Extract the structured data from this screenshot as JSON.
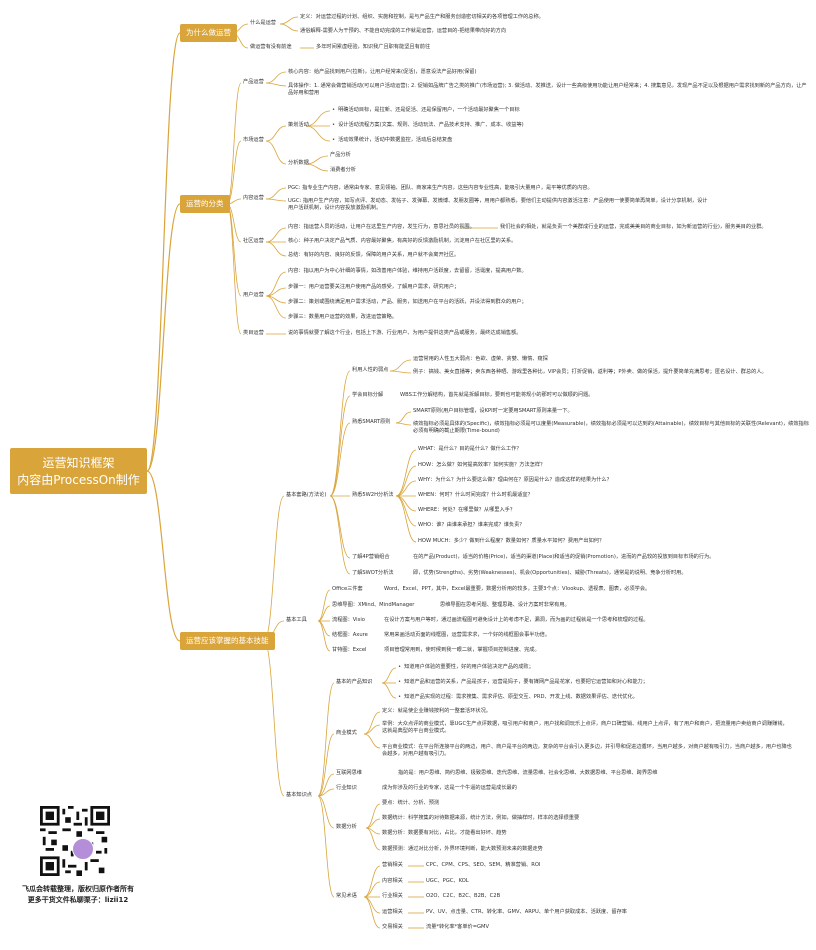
{
  "root": {
    "title": "运营知识框架",
    "subtitle": "内容由ProcessOn制作"
  },
  "l1": {
    "why": "为什么做运营",
    "types": "运营的分类",
    "basics": "运营应该掌握的基本技能"
  },
  "why": {
    "what": "什么是运营",
    "def": "定义：对运营过程的计划、组织、实施和控制，是与产品生产和服务创造密切相关的各项管理工作的总称。",
    "popular": "通俗解释-需要人为干预的、不能自动完成的工作就是运营，运营目的-把结果带向好的方向",
    "meaning": "做运营有没有前途",
    "meaning_text": "多年时间累虚经验，知识我广且职有能坚且有前往"
  },
  "types": {
    "product": "产品运营",
    "product_core": "核心内容：给产品找到用户(拉新)，让用户经常来(促活)，愿意设法产品好用(保留)",
    "product_specific": "具体操作：1. 通常会做营销活动(可以用户活动运营); 2. 促销如品牌广告之类的推广(市场运营); 3. 做活动、发推送，设计一些高级使用功能让用户经常来；4. 搜集意见，发现产品不足以及根据用户需求找到新的产品方向，让产品好用和营用",
    "market": "市场运营",
    "planning": "策划活动",
    "plan_items": [
      "明确活动目标，是拉新、还是促活、还是保留用户，一个活动最好聚焦一个目标",
      "设计活动流程方案(文案、规则、活动玩法、产品技术支持、推广、成本、收益等)",
      "活动效果统计，活动中数据监控，活动后总结复盘"
    ],
    "analysis": "分析数据",
    "analysis_items": [
      "产品分析",
      "消费者分析"
    ],
    "content": "内容运营",
    "pgc": "PGC: 指专业生产内容，通常由专家、意见领袖、团队、商家来生产内容，这些内容专业性高，能吸引大量用户，是平等优质的内容。",
    "ugc": "UGC: 指用户生产内容，如写点评、发动态、发帖子、发弹幕、发微博、发朋友圈等，用用户都熟悉，要他们主动提供内容激活注意：产品使用一使要简单再简单，设计分享机制，设计用户活跃机制，设计内容投放激励机制。",
    "community": "社区运营",
    "community_content": "内容：指运营人员的活动，让用户在这里生产内容，发生行为，意思社员的氛围。",
    "community_content2": "我们社会的相处，就是负责一个美群成行业的运营，完成美美目的商业目标，如为新运营的行业)，服务美目的业群。",
    "community_core": "核心：种子用户决定产品气质、内容最好聚焦，有高好的反馈激励机制，沉淀用户在社区里的关系。",
    "community_summary": "总结：有好的内容、良好的反馈，保障的用户关系，用户就不会离开社区。",
    "user": "用户运营",
    "user_content": "内容：指以用户为中心针细的事情，如改善用户体验，维持用户活跃度，去留留，活诞度，提高用户数。",
    "user_step1": "步骤一：用户运营要关注用户使用产品的感受，了解用户需求，研究用户；",
    "user_step2": "步骤二：策划或围绕满足用户需求活动，产品、服务，如送用户在平台的活跃，并设法得到群众的用户；",
    "user_step3": "步骤三：数量用户运营的效果，改进运营策略。",
    "type_ops": "类目运营",
    "type_ops_text": "说的事情就要了解这个行业，包括上下游、行业用户、为用户提供这类产品或服务，最终达成销售额。"
  },
  "basics": {
    "methods": "基本套路(方法论)",
    "human": "利用人性的弱点",
    "human_text": "运营常用的人性五大弱点：色欲、虚荣、贪婪、懒惰、窥探",
    "human_example": "例子：搞钱、美女直播等；卖东西各种晒、游戏里各种比，VIP会员；打折促销，返利等；P外卖、做的保活，提升要简单充满思考；匿名设计、群总的人。",
    "target": "学会目标分解",
    "target_text": "WBS工作分解结构，首先就是拆解目标，要到也可能将规小的那时可以做顺的问题。",
    "smart": "熟悉SMART原则",
    "smart_text": "SMART原则(用户目标管理，设KPI时一定要用SMART原则来量一下。",
    "smart_detail": "绩效指标必须是具体的(Specific)，绩效指标必须是可以度量(Measurable)，绩效指标必须是可以达到的(Attainable)，绩效目标与其他目标的关联性(Relevant)，绩效指标必须有明确的截止期限(Time-bound)",
    "w2h": "熟悉5W2H分析法",
    "w2h_items": [
      "WHAT：是什么？目的是什么？做什么工作？",
      "HOW：怎么做？如何提高效率？如何实施？方法怎样？",
      "WHY：为什么？为什么要这么做？理由何在？原因是什么？造成这样的结果为什么？",
      "WHEN：何时？什么时间完成？什么时机最适宜？",
      "WHERE：何处？在哪里做？从哪里入手？",
      "WHO：谁？由谁来承担？谁来完成？谁负责？",
      "HOW MUCH：多少？做到什么程度？数量如何？质量水平如何？费用产出如何？"
    ],
    "fourp": "了解4P营销组合",
    "fourp_text": "在的产品(Product)，适当的价格(Price)，适当的渠道(Place)和适当的促销(Promotion)，进而的产品较的投放到目标市场的行为。",
    "swot": "了解SWOT分析法",
    "swot_text": "即，优势(Strengths)、劣势(Weaknesses)、机会(Opportunities)、威胁(Threats)，通常是的说明、竞争分析时用。",
    "tools": "基本工具",
    "office": "Office三件套",
    "office_text": "Word、Excel、PPT，其中，Excel最重要，数据分析用的较多，主要3个点：Vlookup、透视表、图表，必须学会。",
    "mind": "思维导图：XMind、MindManager",
    "mind_text": "思维导图在思考问题、整理思路、设计方案时非常有用。",
    "flow": "流程图：Visio",
    "flow_text": "在设计方案与用户等时，通过画流程图可避免设计上的考虑不足，漏洞，而为画的过程就是一个思考和梳理的过程。",
    "axure": "结框图：Axure",
    "axure_text": "常用来画活动页面的线框图，运营需求求，一个好的线框图会事半功倍。",
    "gantt": "甘特图：Excel",
    "gantt_text": "项目管理常用到，使时候到我一眼二就，掌握项目控制进度、完成。",
    "knowledge": "基本知识点",
    "user_know": "基本的产品知识",
    "user_know_items": [
      "知道用户体验的重要性，好的用户体验决定产品的成败；",
      "知道产品和运营的关系，产品是孩子，运营是妈子，要有媒网产品是花家，也要把它运营如和对心和能力；",
      "知道产品实现的过程：需求搜集、需求评估、原型交互、PRD、开发上线、数据效果评估、迭代优化。"
    ],
    "business": "商业模式",
    "business_def": "定义：就是使企业赚钱按利的一整套活环状况。",
    "business_example": "举例：大众点评的商业模式，靠UGC生产点评数据，吸引用户和商户，用户找和调玩乐上点评，商户口碑营销、线用户上点评，有了用户和商户，把流量用户卖给商户调赚赚钱，这就是典型的平台商业模式。",
    "platform": "平台商业模式：在平台所连接平台的两边，用户、商户是平台的两边，复杂的平台会引入更多边，并引导和促进边循环，当用户越多，对商户越有吸引力，当商户越多，用户也降也会越多，对用户越有吸引力。",
    "internet": "互联网思维",
    "internet_text": "指的是：用户思维、简约思维、极致思维、迭代思维、流量思维、社会化思维、大数据思维、平台思维、跨界思维",
    "industry": "行业知识",
    "industry_text": "成为你涉及的行业的专家，这是一个牛逼的运营是成长最的",
    "data": "数据分析",
    "data_items": [
      "要点：统计、分析、预测",
      "数据统计：科学搜集的对待数据来源，统计方法，例如，做抽样时，样本的选择很重要",
      "数据分析：数据要有对比，占比，才能看出好坏、趋势",
      "数据预测：通过对比分析，外界环境判断，能大数预测未来的数据走势"
    ],
    "terms": "常见术语",
    "terms_items": [
      {
        "label": "营销相关",
        "text": "CPC、CPM、CPS、SEO、SEM、精准营销、ROI"
      },
      {
        "label": "内容相关",
        "text": "UGC、PGC、KOL"
      },
      {
        "label": "行业相关",
        "text": "O2O、C2C、B2C、B2B、C2B"
      },
      {
        "label": "运营相关",
        "text": "PV、UV、点击量、CTR、转化率、GMV、ARPU、单个用户获取成本、活跃度、留存率"
      },
      {
        "label": "交易相关",
        "text": "流量*转化率*客单价=GMV"
      }
    ]
  },
  "credit": {
    "line1": "飞瓜会转载整理，版权归原作者所有",
    "line2": "更多干货文件私聊栗子：lizii12"
  },
  "colors": {
    "accent": "#d9a43a",
    "line": "#d9a43a"
  }
}
